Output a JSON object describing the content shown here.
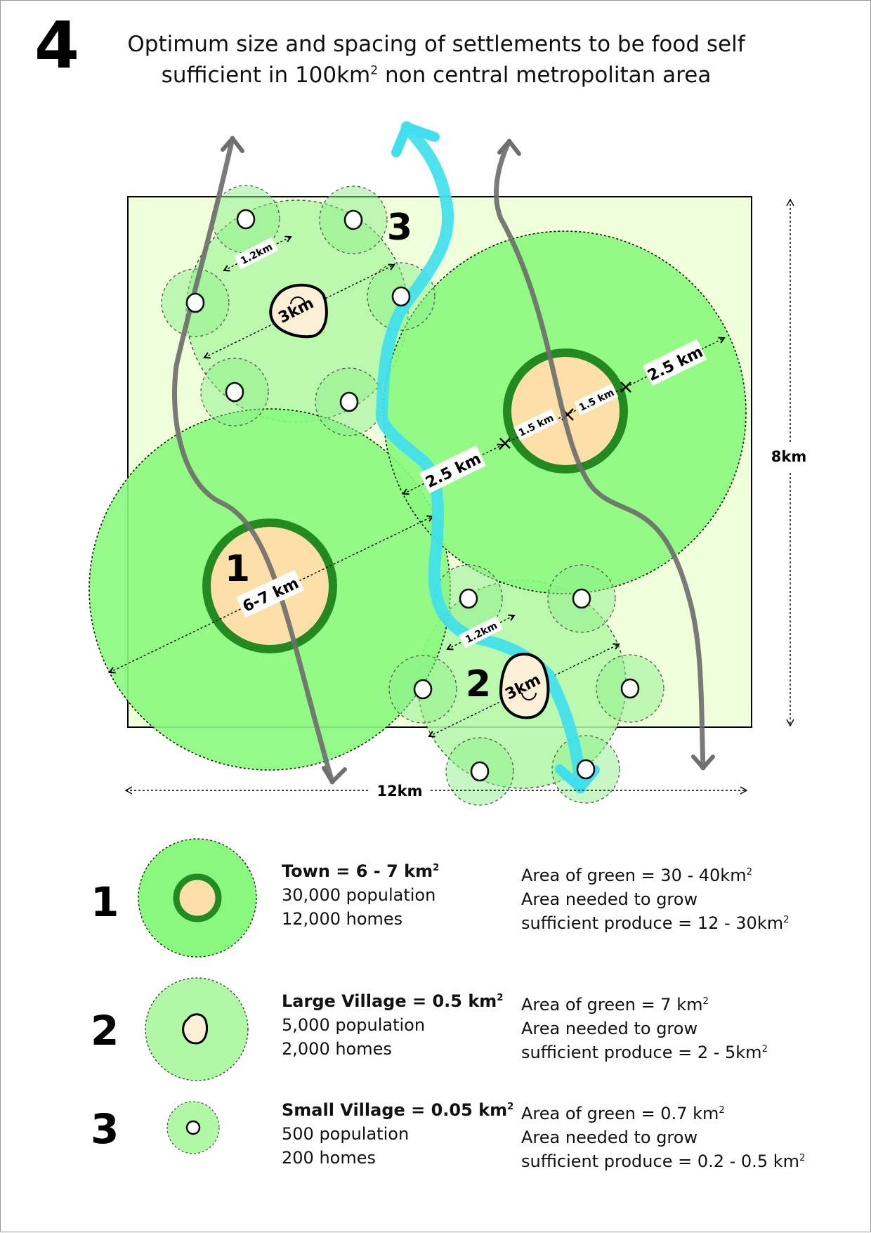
{
  "page": {
    "number": "4"
  },
  "title": {
    "line1": "Optimum size and spacing of settlements to be food self",
    "line2_pre": "sufficient in 100km",
    "line2_sup": "2",
    "line2_post": " non central metropolitan area"
  },
  "map": {
    "width_label": "12km",
    "height_label": "8km",
    "labels": {
      "settlement_1": "1",
      "settlement_2": "2",
      "settlement_3": "3",
      "town_diameter": "6-7 km",
      "town_gap": "2.5 km",
      "town_buffer": "2.5 km",
      "town_radius_a": "1.5 km",
      "town_radius_b": "1.5 km",
      "village_diameter_top": "3km",
      "village_diameter_bottom": "3km",
      "village_spacing_top": "1.2km",
      "village_spacing_bottom": "1.2km"
    }
  },
  "colors": {
    "map_background": "#eeffd9",
    "town_green": "#88f97c",
    "large_village_green": "#b0f8a6",
    "small_village_green": "#8ef089",
    "town_core": "#fce0a8",
    "town_ring": "#238a22",
    "river": "#3fdfee",
    "road": "#6f6f6f"
  },
  "legend": [
    {
      "number": "1",
      "name": "Town = 6 - 7 km",
      "name_sup": "2",
      "population": "30,000 population",
      "homes": "12,000 homes",
      "green_pre": "Area of green = 30 - 40km",
      "green_sup": "2",
      "needed_line1": "Area needed to grow",
      "needed_pre": "sufficient produce = 12 - 30km",
      "needed_sup": "2"
    },
    {
      "number": "2",
      "name": "Large Village = 0.5 km",
      "name_sup": "2",
      "population": "5,000 population",
      "homes": "2,000 homes",
      "green_pre": "Area of green = 7 km",
      "green_sup": "2",
      "needed_line1": "Area needed to grow",
      "needed_pre": "sufficient produce = 2 - 5km",
      "needed_sup": "2"
    },
    {
      "number": "3",
      "name": "Small Village = 0.05 km",
      "name_sup": "2",
      "population": "500 population",
      "homes": "200 homes",
      "green_pre": "Area of green = 0.7 km",
      "green_sup": "2",
      "needed_line1": "Area needed to grow",
      "needed_pre": "sufficient produce = 0.2 - 0.5 km",
      "needed_sup": "2"
    }
  ]
}
